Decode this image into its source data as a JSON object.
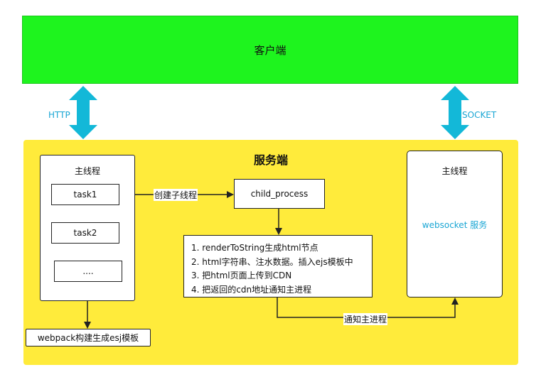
{
  "client": {
    "label": "客户端"
  },
  "server": {
    "title": "服务端",
    "main_thread_left": {
      "label": "主线程",
      "tasks": [
        "task1",
        "task2",
        "...."
      ]
    },
    "child_process": {
      "label": "child_process"
    },
    "steps": [
      "1. renderToString生成html节点",
      "2. html字符串、注水数据。插入ejs模板中",
      "3. 把html页面上传到CDN",
      "4. 把返回的cdn地址通知主进程"
    ],
    "main_thread_right": {
      "label": "主线程",
      "service": "websocket 服务"
    },
    "webpack": {
      "label": "webpack构建生成esj模板"
    }
  },
  "edges": {
    "create_child": "创建子线程",
    "notify_main": "通知主进程"
  },
  "protocols": {
    "http": "HTTP",
    "socket": "SOCKET"
  },
  "colors": {
    "client_bg": "#1ef41e",
    "server_bg": "#ffeb3b",
    "arrow_cyan": "#13b8d8",
    "service_text": "#1aa6d4"
  }
}
